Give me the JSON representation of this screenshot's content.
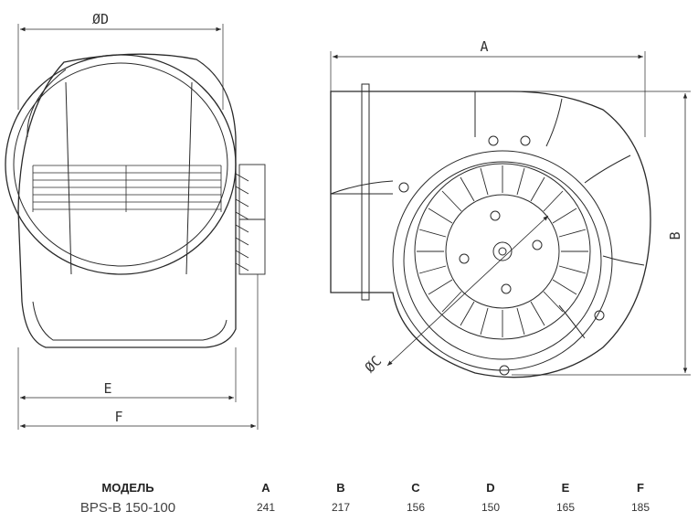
{
  "dimension_labels": {
    "front_diameter": "ØD",
    "front_width": "E",
    "front_total": "F",
    "side_length": "A",
    "side_height": "B",
    "motor_diameter": "ØC"
  },
  "spec_table": {
    "headers": [
      "МОДЕЛЬ",
      "A",
      "B",
      "C",
      "D",
      "E",
      "F"
    ],
    "rows": [
      [
        "BPS-B 150-100",
        "241",
        "217",
        "156",
        "150",
        "165",
        "185"
      ]
    ]
  },
  "colors": {
    "line": "#2a2a2a",
    "background": "#ffffff"
  }
}
